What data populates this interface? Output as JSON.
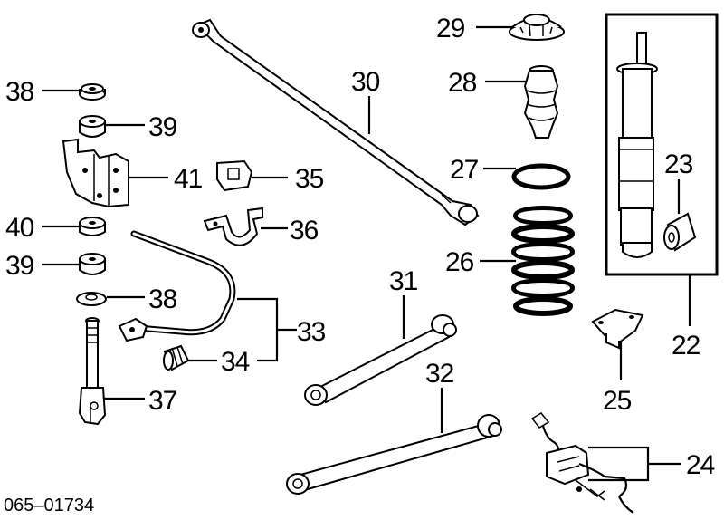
{
  "diagram_code": "065–01734",
  "callouts": {
    "c22": "22",
    "c23": "23",
    "c24": "24",
    "c25": "25",
    "c26": "26",
    "c27": "27",
    "c28": "28",
    "c29": "29",
    "c30": "30",
    "c31": "31",
    "c32": "32",
    "c33": "33",
    "c34": "34",
    "c35": "35",
    "c36": "36",
    "c37": "37",
    "c38a": "38",
    "c38b": "38",
    "c39a": "39",
    "c39b": "39",
    "c40": "40",
    "c41": "41"
  }
}
